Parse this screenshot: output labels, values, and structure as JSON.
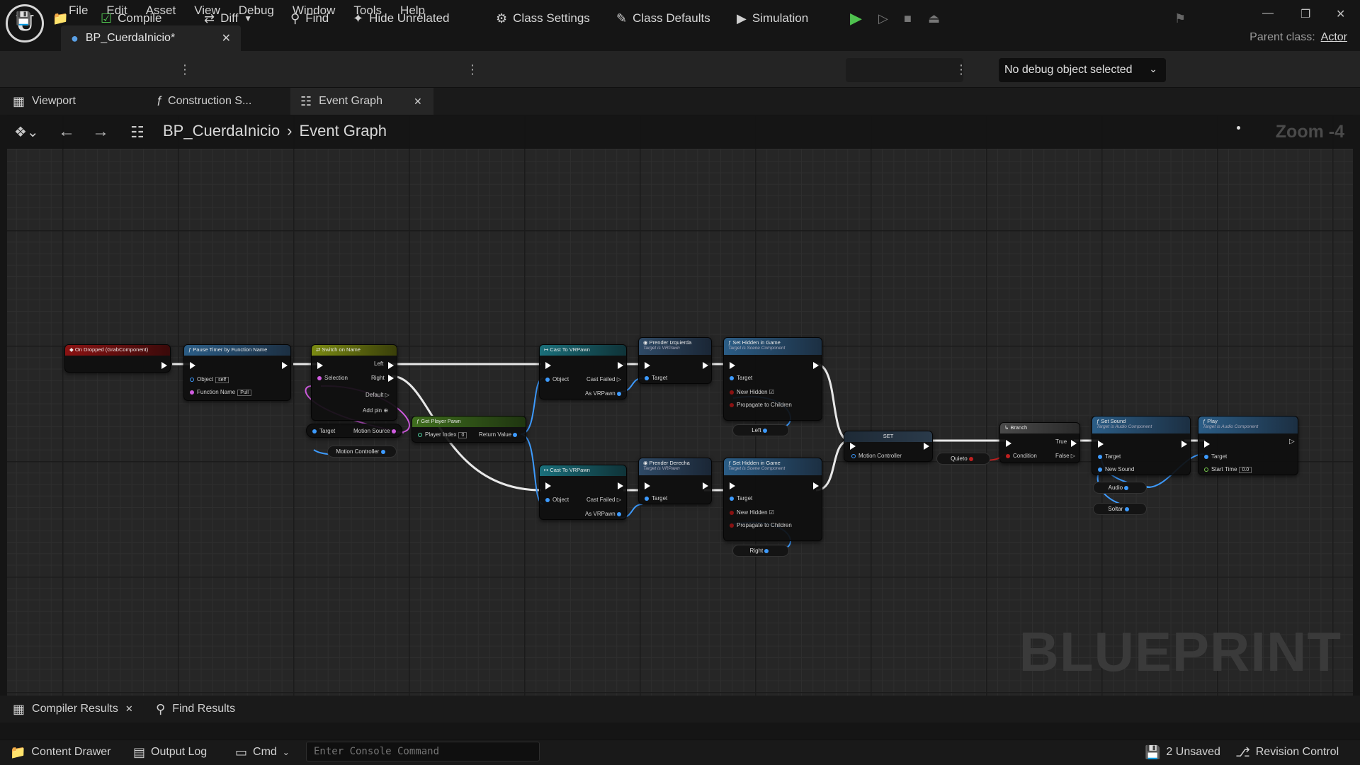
{
  "menu": [
    "File",
    "Edit",
    "Asset",
    "View",
    "Debug",
    "Window",
    "Tools",
    "Help"
  ],
  "document_tab": {
    "title": "BP_CuerdaInicio*"
  },
  "parent_class": {
    "label": "Parent class:",
    "value": "Actor"
  },
  "toolbar": {
    "compile": "Compile",
    "diff": "Diff",
    "find": "Find",
    "hide_unrelated": "Hide Unrelated",
    "class_settings": "Class Settings",
    "class_defaults": "Class Defaults",
    "simulation": "Simulation",
    "debug_object": "No debug object selected"
  },
  "panel_tabs": {
    "viewport": "Viewport",
    "construction": "Construction S...",
    "event_graph": "Event Graph"
  },
  "breadcrumb": {
    "root": "BP_CuerdaInicio",
    "current": "Event Graph"
  },
  "zoom": "Zoom -4",
  "watermark": "BLUEPRINT",
  "nodes": {
    "on_dropped": {
      "title": "On Dropped (GrabComponent)"
    },
    "pause_timer": {
      "title": "Pause Timer by Function Name",
      "object": "Object",
      "object_val": "self",
      "function": "Function Name",
      "function_val": "Pull"
    },
    "switch": {
      "title": "Switch on Name",
      "selection": "Selection",
      "left": "Left",
      "right": "Right",
      "default": "Default",
      "add_pin": "Add pin"
    },
    "get_pawn": {
      "title": "Get Player Pawn",
      "player_index": "Player Index",
      "player_index_val": "0",
      "return": "Return Value"
    },
    "motion_source": {
      "target": "Target",
      "source": "Motion Source"
    },
    "motion_controller_var": "Motion Controller",
    "cast1": {
      "title": "Cast To VRPawn",
      "object": "Object",
      "failed": "Cast Failed",
      "as": "As VRPawn"
    },
    "cast2": {
      "title": "Cast To VRPawn",
      "object": "Object",
      "failed": "Cast Failed",
      "as": "As VRPawn"
    },
    "prender_izq": {
      "title": "Prender Izquierda",
      "sub": "Target is VRPawn",
      "target": "Target"
    },
    "prender_der": {
      "title": "Prender Derecha",
      "sub": "Target is VRPawn",
      "target": "Target"
    },
    "hidden1": {
      "title": "Set Hidden in Game",
      "sub": "Target is Scene Component",
      "target": "Target",
      "new_hidden": "New Hidden",
      "propagate": "Propagate to Children"
    },
    "hidden2": {
      "title": "Set Hidden in Game",
      "sub": "Target is Scene Component",
      "target": "Target",
      "new_hidden": "New Hidden",
      "propagate": "Propagate to Children"
    },
    "left_var": "Left",
    "right_var": "Right",
    "set": {
      "title": "SET",
      "pin": "Motion Controller"
    },
    "quieto": "Quieto",
    "branch": {
      "title": "Branch",
      "condition": "Condition",
      "true": "True",
      "false": "False"
    },
    "set_sound": {
      "title": "Set Sound",
      "sub": "Target is Audio Component",
      "target": "Target",
      "new_sound": "New Sound"
    },
    "audio_var": "Audio",
    "soltar_var": "Soltar",
    "play": {
      "title": "Play",
      "sub": "Target is Audio Component",
      "target": "Target",
      "start_time": "Start Time",
      "start_time_val": "0.0"
    }
  },
  "bottom_tabs": {
    "compiler": "Compiler Results",
    "find": "Find Results"
  },
  "status": {
    "content_drawer": "Content Drawer",
    "output_log": "Output Log",
    "cmd": "Cmd",
    "console_placeholder": "Enter Console Command",
    "unsaved": "2 Unsaved",
    "revision": "Revision Control"
  },
  "colors": {
    "event": "#8a1212",
    "function": "#2b5d86",
    "pure": "#3f6e1e",
    "switch": "#6e7a14",
    "cast": "#1a6f7a",
    "custom": "#2f4a66",
    "branch": "#4a4a4a"
  }
}
